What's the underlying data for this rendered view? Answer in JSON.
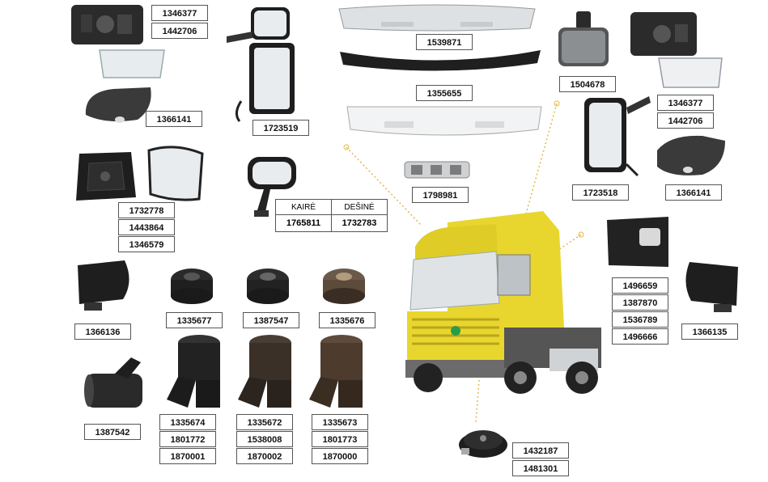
{
  "parts": {
    "p1346377a": "1346377",
    "p1442706a": "1442706",
    "p1539871": "1539871",
    "p1504678": "1504678",
    "p1355655": "1355655",
    "p1346377b": "1346377",
    "p1442706b": "1442706",
    "p1366141a": "1366141",
    "p1723519": "1723519",
    "p1723518": "1723518",
    "p1366141b": "1366141",
    "p1798981": "1798981",
    "p1732778": "1732778",
    "p1443864": "1443864",
    "p1346579": "1346579",
    "p1496659": "1496659",
    "p1387870": "1387870",
    "p1536789": "1536789",
    "p1496666": "1496666",
    "p1366136": "1366136",
    "p1335677": "1335677",
    "p1387547": "1387547",
    "p1335676": "1335676",
    "p1366135": "1366135",
    "p1387542": "1387542",
    "p1335674": "1335674",
    "p1801772": "1801772",
    "p1870001": "1870001",
    "p1335672": "1335672",
    "p1538008": "1538008",
    "p1870002": "1870002",
    "p1335673": "1335673",
    "p1801773": "1801773",
    "p1870000": "1870000",
    "p1432187": "1432187",
    "p1481301": "1481301"
  },
  "side_table": {
    "left_header": "KAIRĖ",
    "right_header": "DEŠINĖ",
    "left_value": "1765811",
    "right_value": "1732783"
  },
  "colors": {
    "truck_yellow": "#e8d62e",
    "mirror_black": "#1e1e1e",
    "bumper_silver": "#d9dde0",
    "leader_line": "#e3b84a"
  }
}
